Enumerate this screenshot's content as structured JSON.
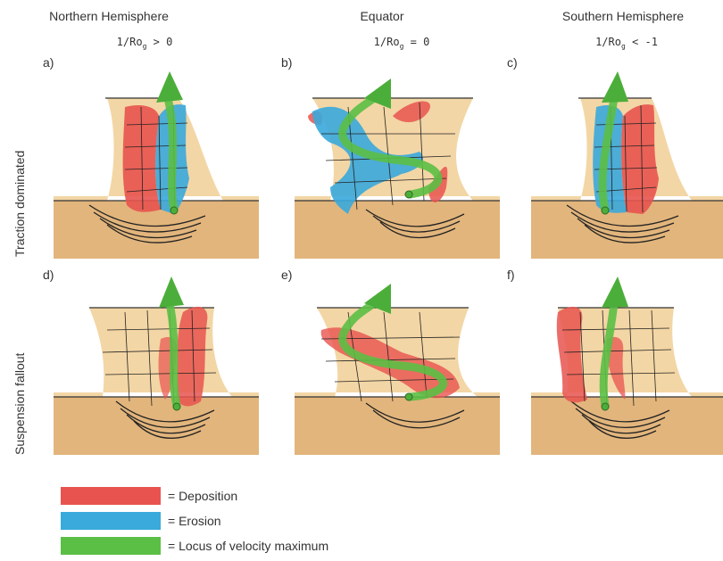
{
  "columns": [
    {
      "title": "Northern Hemisphere",
      "param_prefix": "1/Ro",
      "param_sub": "g",
      "param_suffix": " > 0"
    },
    {
      "title": "Equator",
      "param_prefix": "1/Ro",
      "param_sub": "g",
      "param_suffix": " = 0"
    },
    {
      "title": "Southern Hemisphere",
      "param_prefix": "1/Ro",
      "param_sub": "g",
      "param_suffix": " < -1"
    }
  ],
  "rows": [
    {
      "label": "Traction dominated"
    },
    {
      "label": "Suspension fallout"
    }
  ],
  "panels": [
    "a)",
    "b)",
    "c)",
    "d)",
    "e)",
    "f)"
  ],
  "legend": [
    {
      "color": "#e8534f",
      "label": "= Deposition"
    },
    {
      "color": "#3aa9dc",
      "label": "= Erosion"
    },
    {
      "color": "#5bbf45",
      "label": "= Locus of velocity maximum"
    }
  ],
  "colors": {
    "terrain": "#f0cf9a",
    "terrain_dark": "#d9a868",
    "deposition": "#e8534f",
    "erosion": "#3aa9dc",
    "velocity": "#5bbf45",
    "velocity_dark": "#3e9a33"
  }
}
